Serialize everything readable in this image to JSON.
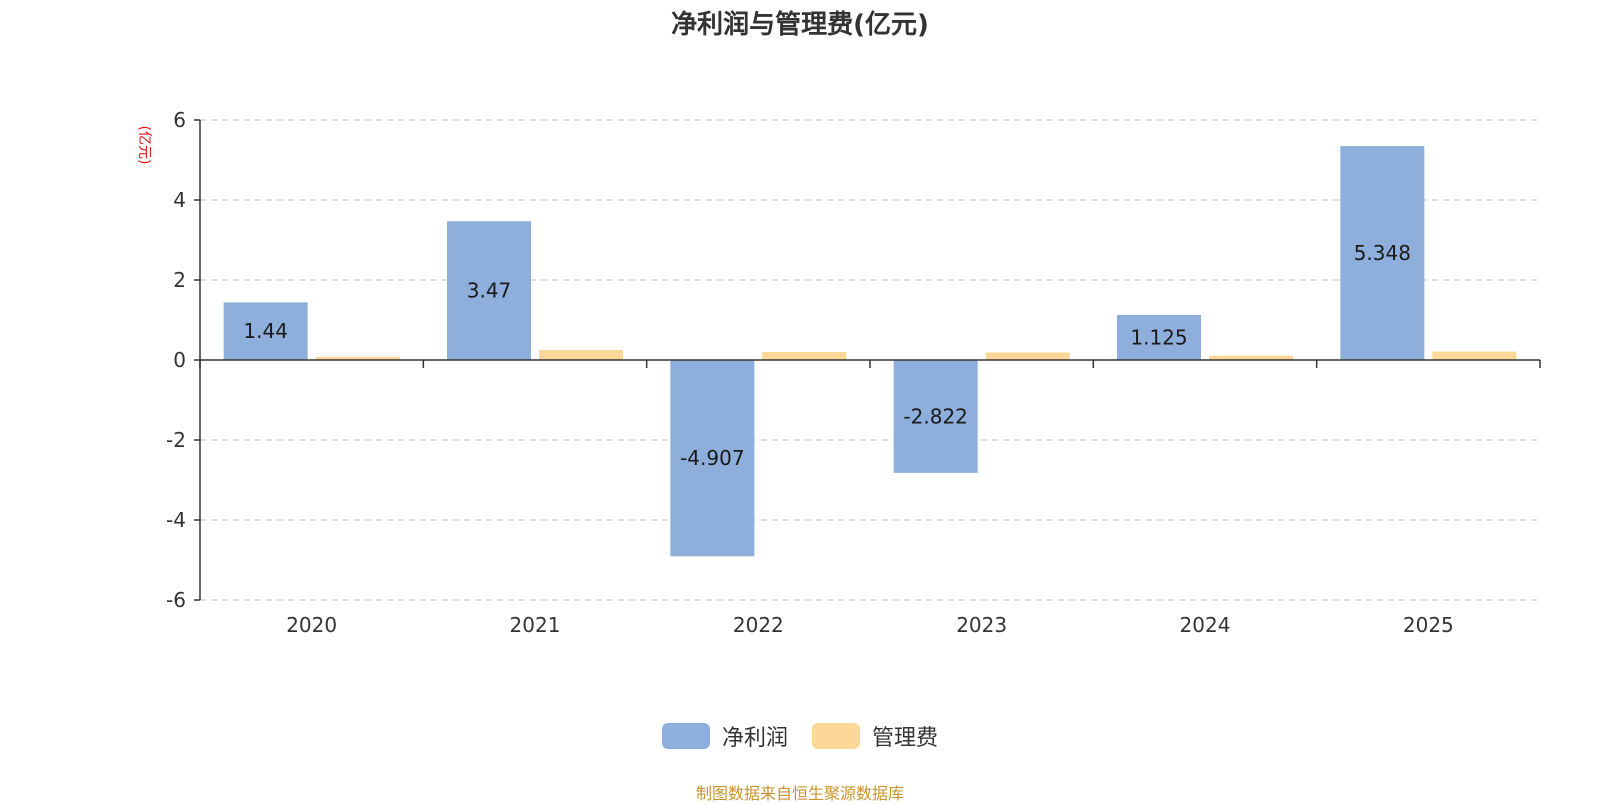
{
  "chart_data": {
    "type": "bar",
    "title": "净利润与管理费(亿元)",
    "ylabel": "(亿元)",
    "xlabel": "",
    "categories": [
      "2020",
      "2021",
      "2022",
      "2023",
      "2024",
      "2025"
    ],
    "series": [
      {
        "name": "净利润",
        "color": "#8eaedc",
        "values": [
          1.44,
          3.47,
          -4.907,
          -2.822,
          1.125,
          5.348
        ],
        "labels": [
          "1.44",
          "3.47",
          "-4.907",
          "-2.822",
          "1.125",
          "5.348"
        ]
      },
      {
        "name": "管理费",
        "color": "#fcd898",
        "values": [
          0.08,
          0.25,
          0.2,
          0.19,
          0.11,
          0.21
        ]
      }
    ],
    "ylim": [
      -6,
      6
    ],
    "yticks": [
      "-6",
      "-4",
      "-2",
      "0",
      "2",
      "4",
      "6"
    ],
    "grid": true,
    "legend_position": "bottom-center"
  },
  "source_note": "制图数据来自恒生聚源数据库",
  "colors": {
    "axis": "#333333",
    "grid": "#cccccc",
    "unit_label": "#e0151a",
    "source_note": "#c9952e"
  }
}
